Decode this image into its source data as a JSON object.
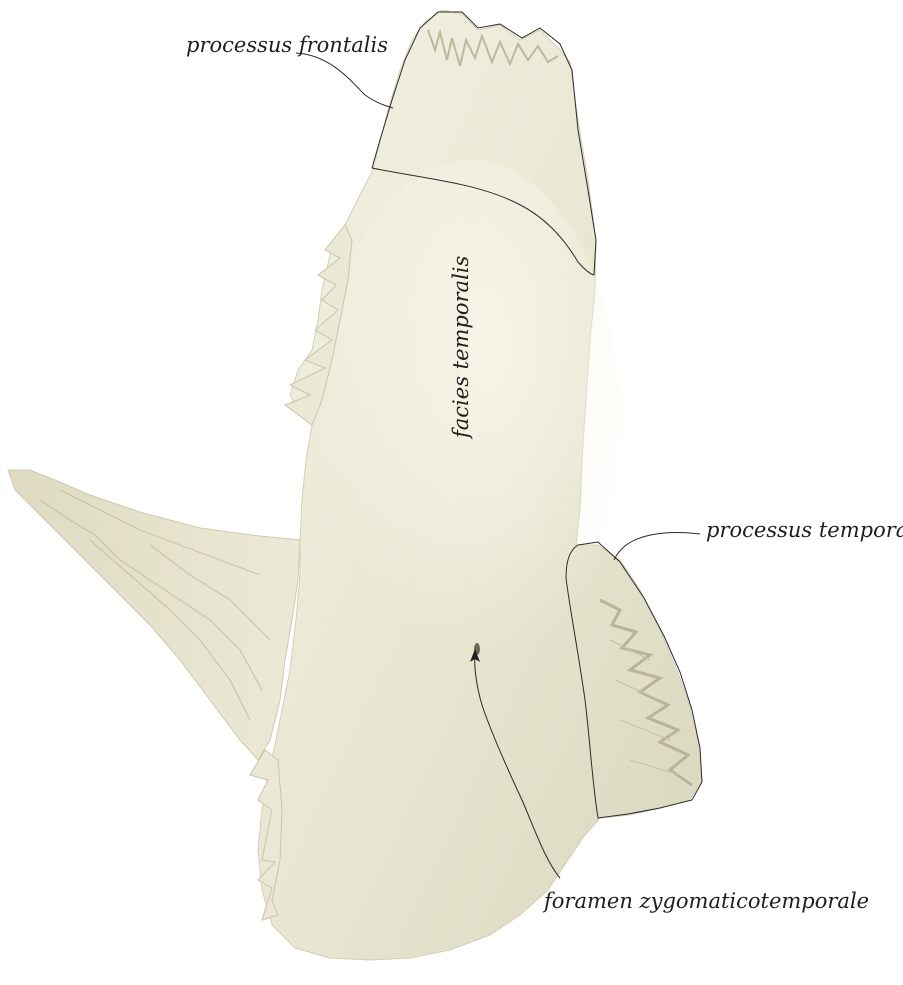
{
  "labels": {
    "processus_frontalis": "processus frontalis",
    "facies_temporalis": "facies temporalis",
    "processus_temporalis": "processus temporalis",
    "foramen_zygomaticotemporale": "foramen zygomaticotemporale"
  },
  "colors": {
    "bone_light": "#efeede",
    "bone_mid": "#e2e0c9",
    "bone_shadow": "#c9c6ab",
    "line": "#2a2a2a",
    "text": "#1e1e1e"
  }
}
